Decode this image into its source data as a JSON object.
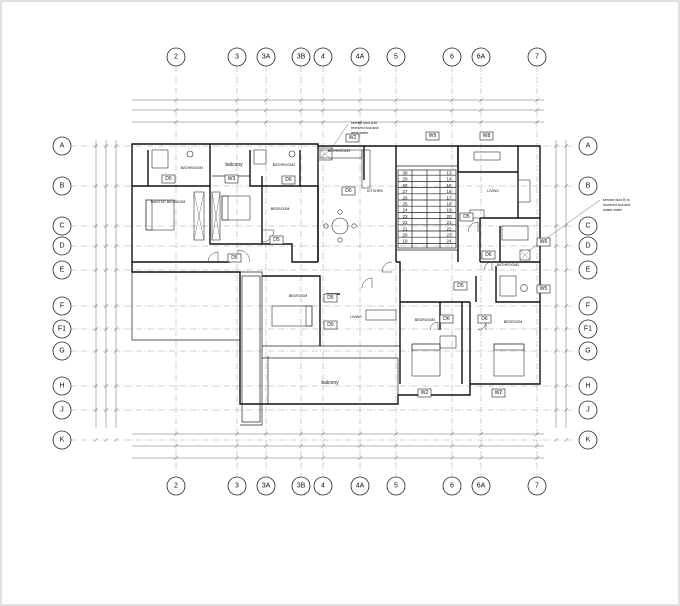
{
  "grid": {
    "columns": [
      "2",
      "3",
      "3A",
      "3B",
      "4",
      "4A",
      "5",
      "6",
      "6A",
      "7"
    ],
    "rows": [
      "A",
      "B",
      "C",
      "D",
      "E",
      "F",
      "F1",
      "G",
      "H",
      "J",
      "K"
    ]
  },
  "rooms": {
    "master_bathroom": "BATHROOM1",
    "bathroom2": "BATHROOM2",
    "bathroom3": "BATHROOM3",
    "bathroom_right": "BATHROOM2",
    "balcony_top": "balcony",
    "balcony_bottom": "balcony",
    "master_bedroom": "MASTER BEDROOM",
    "bedroom_mid": "BEDROOM",
    "kitchen": "KITCHEN",
    "living_right": "LIVING",
    "bedroom_center": "BEDROOM",
    "living_center": "LIVING",
    "bedroom_lower_mid": "BEDROOM2",
    "bedroom_lower_right": "BEDROOM"
  },
  "tags": {
    "d5": "D5",
    "d6": "D6",
    "w2": "W2",
    "w3": "W3",
    "w5": "W5",
    "w6": "W6",
    "w8": "W8",
    "w9": "W9"
  },
  "stairs": {
    "left": [
      "30",
      "29",
      "28",
      "27",
      "26",
      "25",
      "24",
      "23",
      "22",
      "21",
      "20",
      "19"
    ],
    "right": [
      "13",
      "14",
      "15",
      "16",
      "17",
      "18",
      "19",
      "20",
      "21",
      "22",
      "23",
      "24"
    ]
  },
  "notes": {
    "duct_a": [
      "service duct A to",
      "received foul and",
      "west water"
    ],
    "duct_b": [
      "service duct B to",
      "received foul and",
      "waste water"
    ]
  }
}
